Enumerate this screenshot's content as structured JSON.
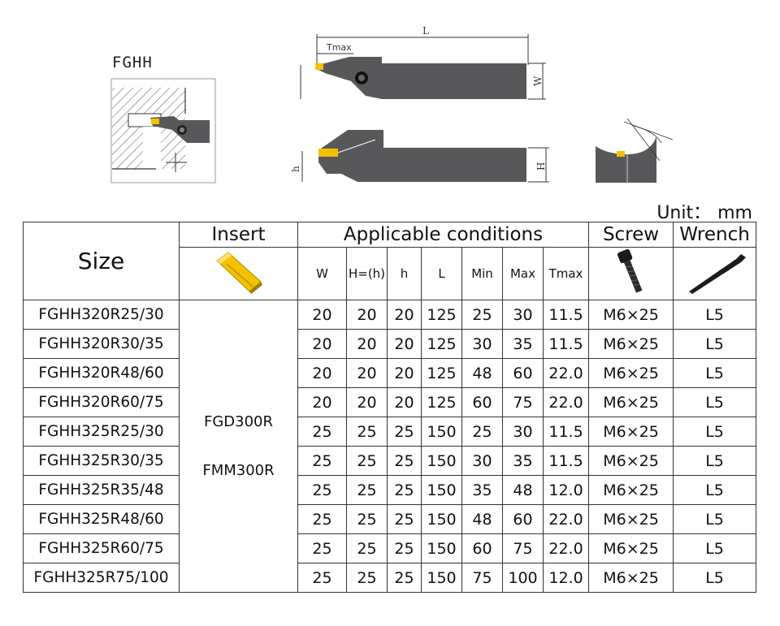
{
  "model": "FGHH",
  "drawing_labels": {
    "L": "L",
    "Tmax": "Tmax",
    "W": "W",
    "h": "h",
    "H": "H"
  },
  "unit": {
    "label": "Unit：",
    "value": "mm"
  },
  "table": {
    "headers": {
      "size": "Size",
      "insert": "Insert",
      "conditions": "Applicable conditions",
      "screw": "Screw",
      "wrench": "Wrench",
      "sub": [
        "W",
        "H=(h)",
        "h",
        "L",
        "Min",
        "Max",
        "Tmax"
      ]
    },
    "inserts": [
      "FGD300R",
      "FMM300R"
    ],
    "rows": [
      {
        "size": "FGHH320R25/30",
        "W": "20",
        "H": "20",
        "h": "20",
        "L": "125",
        "min": "25",
        "max": "30",
        "tmax": "11.5",
        "screw": "M6×25",
        "wrench": "L5"
      },
      {
        "size": "FGHH320R30/35",
        "W": "20",
        "H": "20",
        "h": "20",
        "L": "125",
        "min": "30",
        "max": "35",
        "tmax": "11.5",
        "screw": "M6×25",
        "wrench": "L5"
      },
      {
        "size": "FGHH320R48/60",
        "W": "20",
        "H": "20",
        "h": "20",
        "L": "125",
        "min": "48",
        "max": "60",
        "tmax": "22.0",
        "screw": "M6×25",
        "wrench": "L5"
      },
      {
        "size": "FGHH320R60/75",
        "W": "20",
        "H": "20",
        "h": "20",
        "L": "125",
        "min": "60",
        "max": "75",
        "tmax": "22.0",
        "screw": "M6×25",
        "wrench": "L5"
      },
      {
        "size": "FGHH325R25/30",
        "W": "25",
        "H": "25",
        "h": "25",
        "L": "150",
        "min": "25",
        "max": "30",
        "tmax": "11.5",
        "screw": "M6×25",
        "wrench": "L5"
      },
      {
        "size": "FGHH325R30/35",
        "W": "25",
        "H": "25",
        "h": "25",
        "L": "150",
        "min": "30",
        "max": "35",
        "tmax": "11.5",
        "screw": "M6×25",
        "wrench": "L5"
      },
      {
        "size": "FGHH325R35/48",
        "W": "25",
        "H": "25",
        "h": "25",
        "L": "150",
        "min": "35",
        "max": "48",
        "tmax": "12.0",
        "screw": "M6×25",
        "wrench": "L5"
      },
      {
        "size": "FGHH325R48/60",
        "W": "25",
        "H": "25",
        "h": "25",
        "L": "150",
        "min": "48",
        "max": "60",
        "tmax": "22.0",
        "screw": "M6×25",
        "wrench": "L5"
      },
      {
        "size": "FGHH325R60/75",
        "W": "25",
        "H": "25",
        "h": "25",
        "L": "150",
        "min": "60",
        "max": "75",
        "tmax": "22.0",
        "screw": "M6×25",
        "wrench": "L5"
      },
      {
        "size": "FGHH325R75/100",
        "W": "25",
        "H": "25",
        "h": "25",
        "L": "150",
        "min": "75",
        "max": "100",
        "tmax": "12.0",
        "screw": "M6×25",
        "wrench": "L5"
      }
    ]
  },
  "colors": {
    "tool_body": "#58585a",
    "insert_gold": "#f2c200",
    "border": "#333333"
  }
}
